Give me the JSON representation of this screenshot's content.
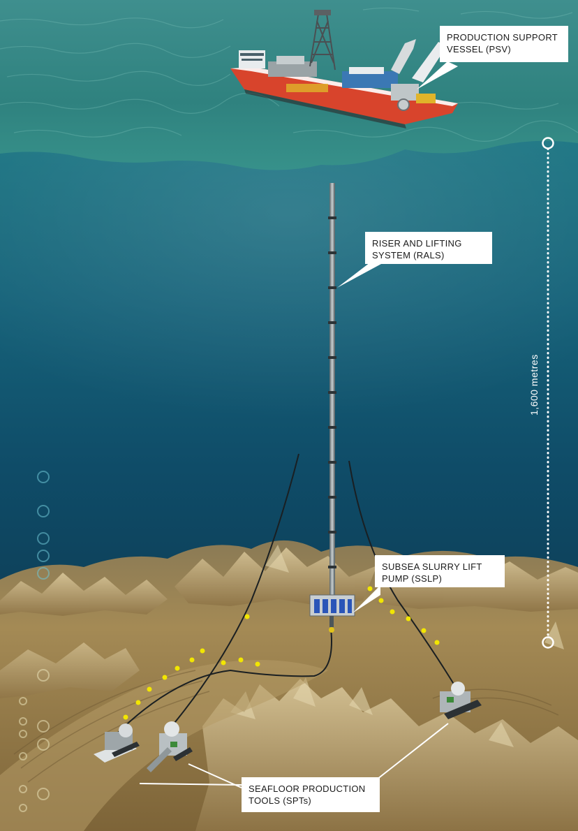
{
  "callouts": {
    "psv": {
      "line1": "PRODUCTION SUPPORT",
      "line2": "VESSEL (PSV)"
    },
    "rals": {
      "line1": "RISER AND LIFTING",
      "line2": "SYSTEM (RALS)"
    },
    "sslp": {
      "line1": "SUBSEA SLURRY LIFT",
      "line2": "PUMP (SSLP)"
    },
    "spt": {
      "line1": "SEAFLOOR PRODUCTION",
      "line2": "TOOLS (SPTs)"
    }
  },
  "depth_scale": {
    "label": "1,600 metres"
  },
  "colors": {
    "sea_surface": "#2f8a86",
    "deep_water": "#0e4a66",
    "seafloor": "#a88a52",
    "vessel_hull": "#d8442c",
    "float_marker": "#f2e600",
    "callout_bg": "#ffffff"
  }
}
